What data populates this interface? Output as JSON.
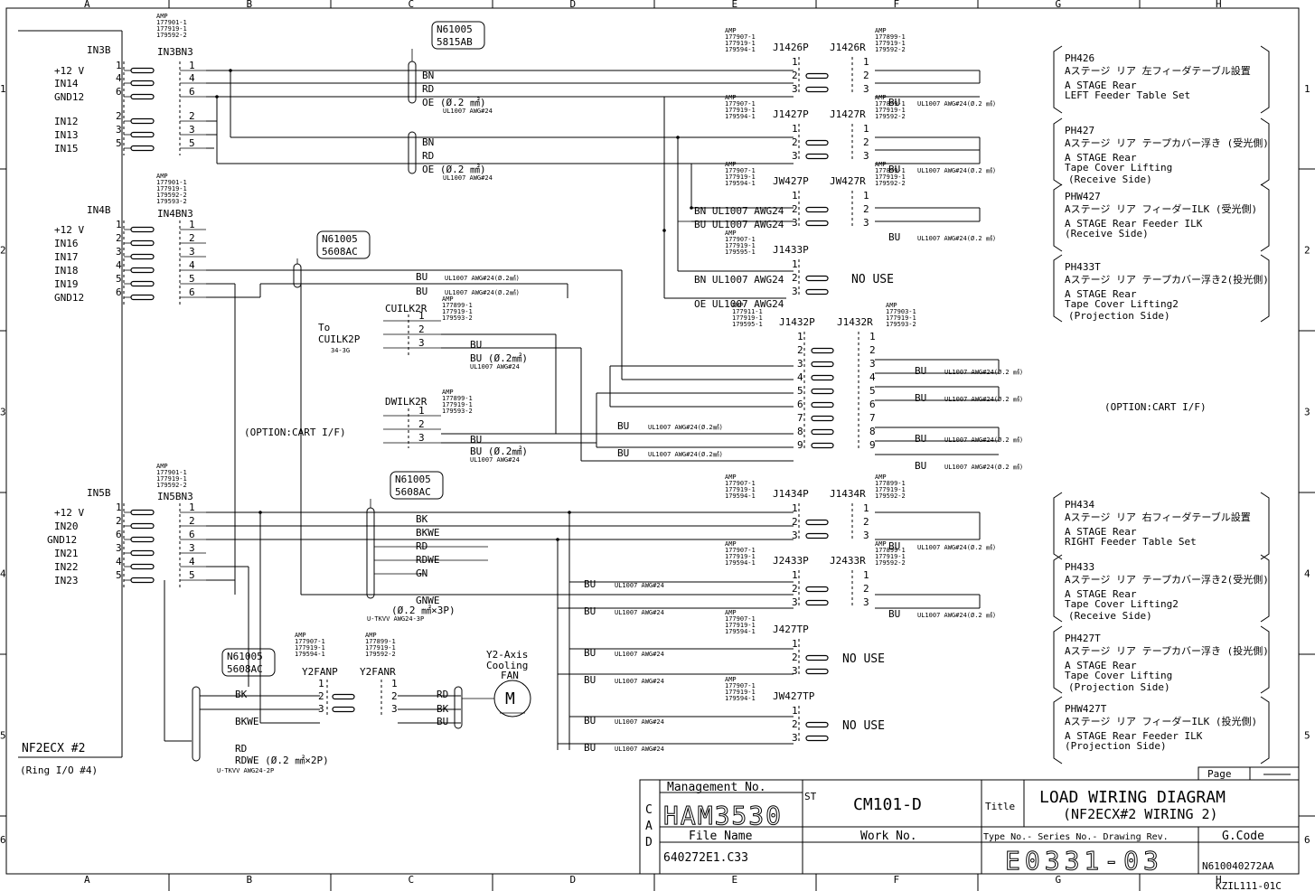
{
  "grid": {
    "cols": [
      "A",
      "B",
      "C",
      "D",
      "E",
      "F",
      "G",
      "H"
    ],
    "rows": [
      "1",
      "2",
      "3",
      "4",
      "5",
      "6"
    ]
  },
  "amp_parts": {
    "amp": "AMP",
    "in_conn": [
      "177901-1",
      "177919-1",
      "179592-2"
    ],
    "in4_conn": [
      "177901-1",
      "177919-1",
      "179592-2",
      "179593-2"
    ],
    "plug": [
      "177907-1",
      "177919-1",
      "179594-1"
    ],
    "recept": [
      "177899-1",
      "177919-1",
      "179592-2"
    ],
    "recept3": [
      "177899-1",
      "177919-1",
      "179593-2"
    ],
    "j1432p": [
      "177911-1",
      "177919-1",
      "179595-1"
    ],
    "j1432r": [
      "177903-1",
      "177919-1",
      "179593-2"
    ],
    "j1433p": [
      "177907-1",
      "177919-1",
      "179595-1"
    ],
    "fanp": [
      "177907-1",
      "177919-1",
      "179594-1"
    ],
    "fanr": [
      "177899-1",
      "177919-1",
      "179592-2"
    ]
  },
  "in3": {
    "block": "IN3B",
    "conn": "IN3BN3",
    "signals": [
      "+12 V",
      "IN14",
      "GND12",
      "IN12",
      "IN13",
      "IN15"
    ],
    "left_pins": [
      "1",
      "4",
      "6",
      "2",
      "3",
      "5"
    ],
    "right_pins": [
      "1",
      "4",
      "6",
      "2",
      "3",
      "5"
    ]
  },
  "in4": {
    "block": "IN4B",
    "conn": "IN4BN3",
    "signals": [
      "+12 V",
      "IN16",
      "IN17",
      "IN18",
      "IN19",
      "GND12"
    ],
    "left_pins": [
      "1",
      "2",
      "3",
      "4",
      "5",
      "6"
    ],
    "right_pins": [
      "1",
      "2",
      "3",
      "4",
      "5",
      "6"
    ]
  },
  "in5": {
    "block": "IN5B",
    "conn": "IN5BN3",
    "signals": [
      "+12 V",
      "IN20",
      "GND12",
      "IN21",
      "IN22",
      "IN23"
    ],
    "left_pins": [
      "1",
      "2",
      "6",
      "3",
      "4",
      "5"
    ],
    "right_pins": [
      "1",
      "2",
      "6",
      "3",
      "4",
      "5"
    ]
  },
  "cables": {
    "c1_top": "N61005",
    "c1_bot": "5815AB",
    "c2_top": "N61005",
    "c2_bot": "5608AC",
    "c3_top": "N61005",
    "c3_bot": "5608AC",
    "c4_top": "N61005",
    "c4_bot": "5608AC"
  },
  "wires": {
    "bn": "BN",
    "rd": "RD",
    "bu": "BU",
    "bk": "BK",
    "bkwe": "BKWE",
    "rdwe": "RDWE",
    "gn": "GN",
    "gnwe": "GNWE",
    "oe": "OE",
    "oe_spec": "OE (Ø.2 ㎟)",
    "ul_awg": "UL1007  AWG#24",
    "bu_spec": "UL1007  AWG#24(Ø.2 ㎟)",
    "bu_spec_mm": "UL1007 AWG#24(Ø.2㎟)",
    "bu_02": "BU   (Ø.2㎟)",
    "ul_awg_short": "UL1007  AWG24",
    "bn_ul": "BN UL1007  AWG24",
    "bu_ul": "BU UL1007  AWG24",
    "oe_ul": "OE UL1007  AWG24",
    "cable_spec": "(Ø.2 ㎟×3P)",
    "cable_type": "U-TKVV  AWG24-3P",
    "cable_spec2": "RDWE (Ø.2 ㎟×2P)",
    "cable_type2": "U-TKVV  AWG24-2P"
  },
  "connectors": {
    "j1426p": "J1426P",
    "j1426r": "J1426R",
    "j1427p": "J1427P",
    "j1427r": "J1427R",
    "jw427p": "JW427P",
    "jw427r": "JW427R",
    "j1433p": "J1433P",
    "cuilk2r": "CUILK2R",
    "dwilk2r": "DWILK2R",
    "j1432p": "J1432P",
    "j1432r": "J1432R",
    "j1434p": "J1434P",
    "j1434r": "J1434R",
    "j2433p": "J2433P",
    "j2433r": "J2433R",
    "j427tp": "J427TP",
    "jw427tp": "JW427TP",
    "y2fanp": "Y2FANP",
    "y2fanr": "Y2FANR"
  },
  "misc": {
    "no_use": "NO USE",
    "to": "To",
    "cuilk2p": "CUILK2P",
    "cuilk2p_ref": "34-3G",
    "option": "(OPTION:CART I/F)",
    "fan_l1": "Y2-Axis",
    "fan_l2": "Cooling",
    "fan_l3": "FAN",
    "motor": "M",
    "board": "NF2ECX #2",
    "board_sub": "(Ring I/O #4)"
  },
  "devices": [
    {
      "code": "PH426",
      "jp": "Aステージ リア 左フィーダテーブル設置",
      "en1": "A STAGE Rear",
      "en2": "LEFT Feeder Table Set",
      "en3": ""
    },
    {
      "code": "PH427",
      "jp": "Aステージ リア テープカバー浮き (受光側)",
      "en1": "A STAGE Rear",
      "en2": "Tape Cover Lifting",
      "en3": "(Receive Side)"
    },
    {
      "code": "PHW427",
      "jp": "Aステージ リア フィーダーILK (受光側)",
      "en1": "A STAGE Rear Feeder ILK",
      "en2": "(Receive Side)",
      "en3": ""
    },
    {
      "code": "PH433T",
      "jp": "Aステージ リア テープカバー浮き2(投光側)",
      "en1": "A STAGE Rear",
      "en2": "Tape Cover Lifting2",
      "en3": "(Projection Side)"
    },
    {
      "code": "PH434",
      "jp": "Aステージ リア 右フィーダテーブル設置",
      "en1": "A STAGE Rear",
      "en2": "RIGHT Feeder Table Set",
      "en3": ""
    },
    {
      "code": "PH433",
      "jp": "Aステージ リア テープカバー浮き2(受光側)",
      "en1": "A STAGE Rear",
      "en2": "Tape Cover Lifting2",
      "en3": "(Receive Side)"
    },
    {
      "code": "PH427T",
      "jp": "Aステージ リア テープカバー浮き (投光側)",
      "en1": "A STAGE Rear",
      "en2": "Tape Cover Lifting",
      "en3": "(Projection Side)"
    },
    {
      "code": "PHW427T",
      "jp": "Aステージ リア フィーダーILK (投光側)",
      "en1": "A STAGE Rear Feeder ILK",
      "en2": "(Projection Side)",
      "en3": ""
    }
  ],
  "title_block": {
    "mgmt_label": "Management No.",
    "mgmt_no": "HAM3530",
    "st": "ST",
    "st_val": "CM101-D",
    "title_label": "Title",
    "title1": "LOAD WIRING DIAGRAM",
    "title2": "(NF2ECX#2 WIRING 2)",
    "page_label": "Page",
    "cad": [
      "C",
      "A",
      "D"
    ],
    "file_label": "File Name",
    "file": "640272E1.C33",
    "work_label": "Work No.",
    "type_label": "Type No.- Series No.- Drawing Rev.",
    "gcode_label": "G.Code",
    "drawing_no": "E0331-03",
    "gcode": "N610040272AA",
    "footer": "KZIL111-01C"
  }
}
